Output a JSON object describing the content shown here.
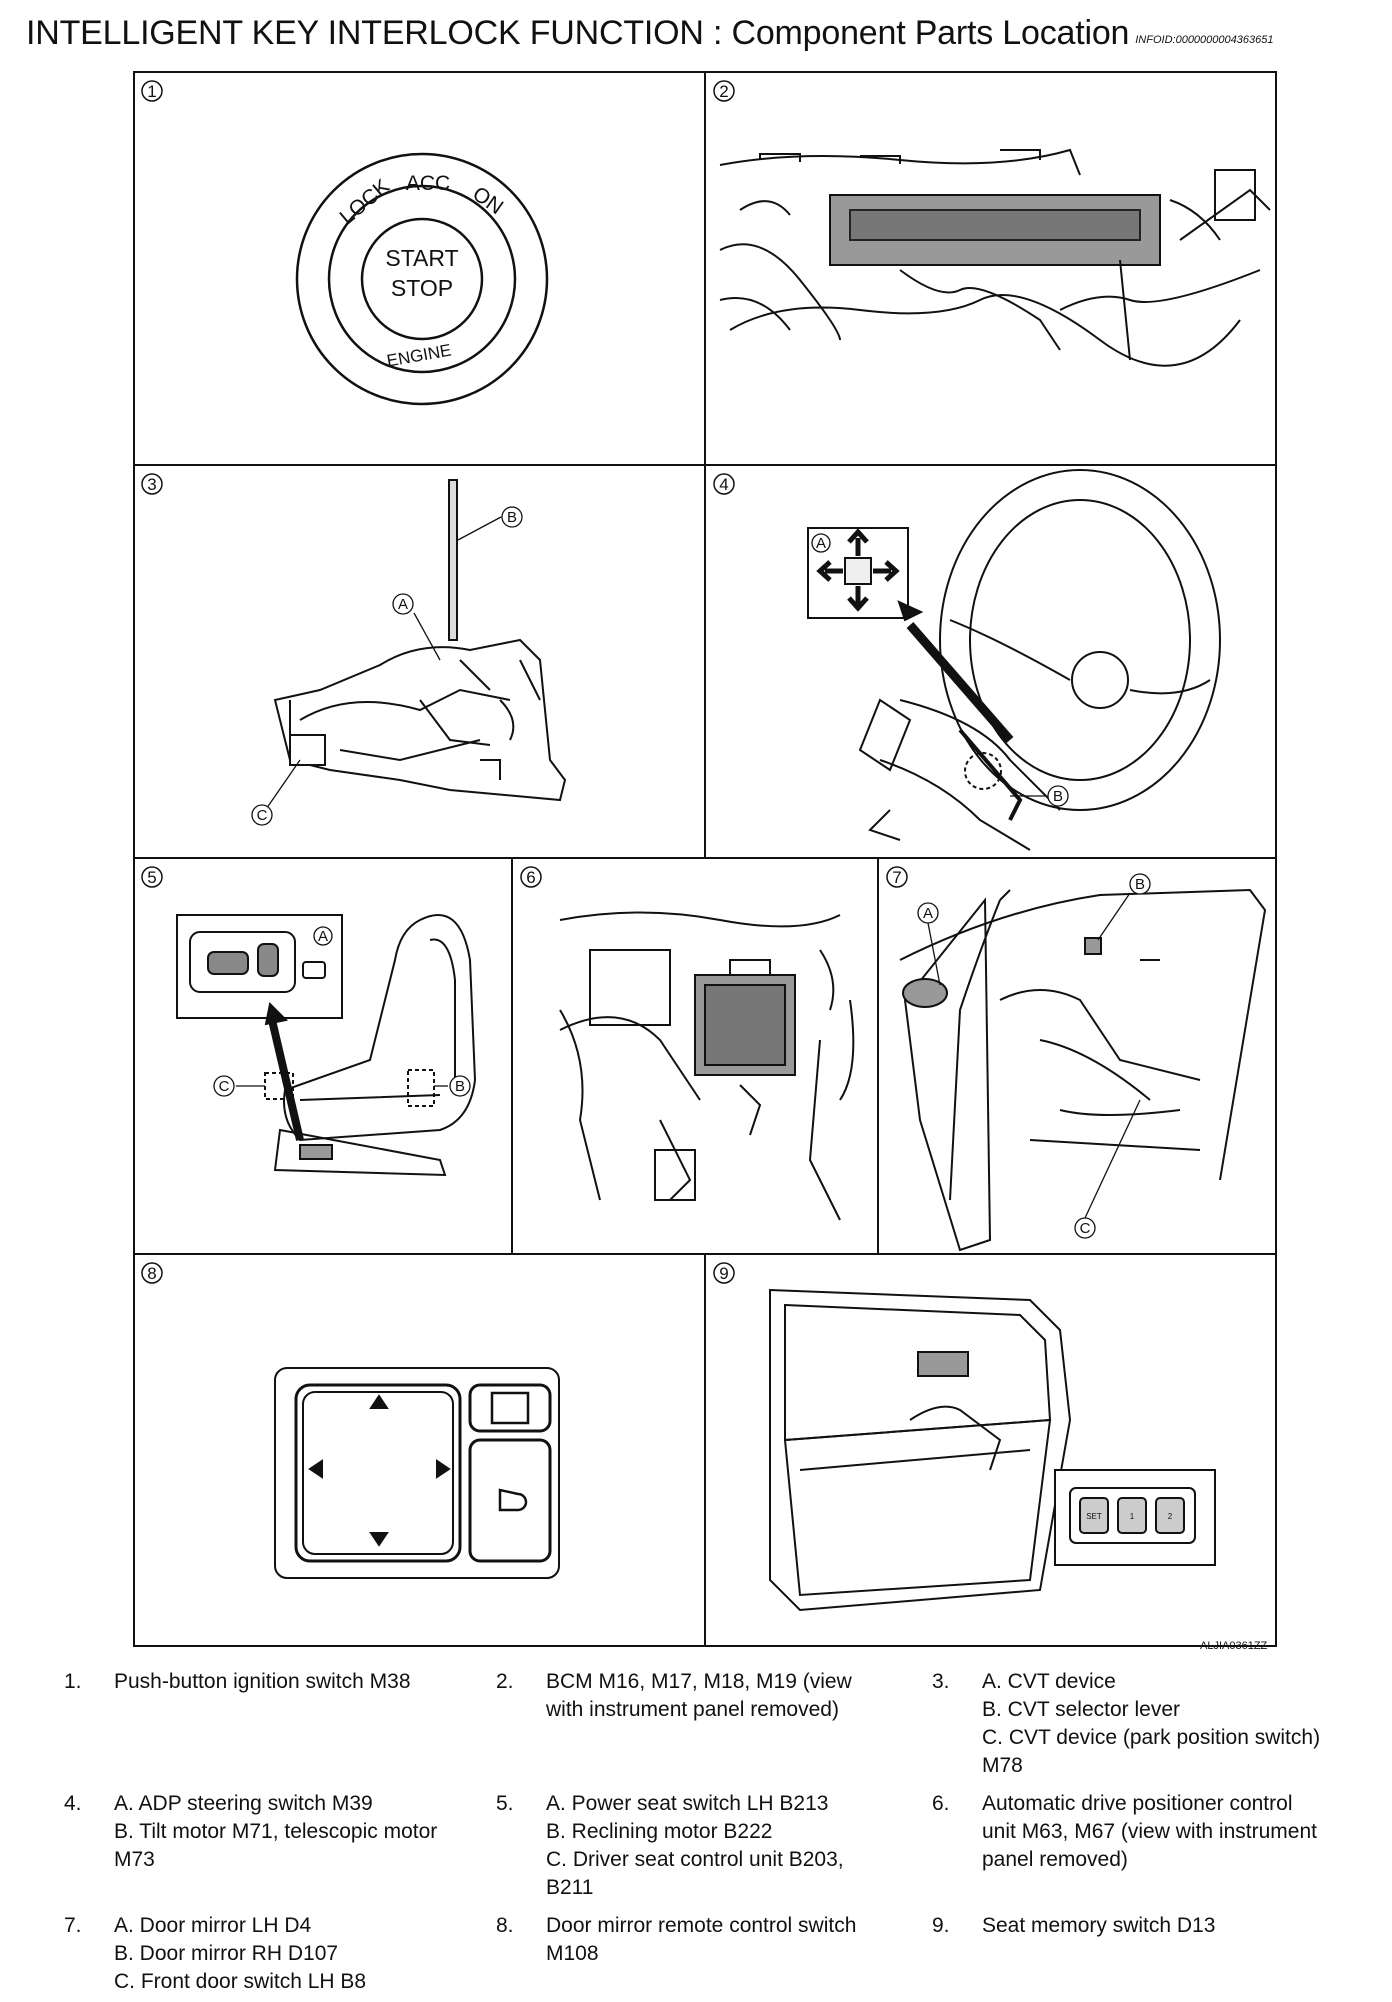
{
  "header": {
    "title": "INTELLIGENT KEY INTERLOCK FUNCTION : Component Parts Location",
    "info_id": "INFOID:0000000004363651"
  },
  "figure": {
    "reference_code": "ALJIA0361ZZ",
    "panels": [
      {
        "number": "1",
        "labels": []
      },
      {
        "number": "2",
        "labels": []
      },
      {
        "number": "3",
        "labels": [
          "A",
          "B",
          "C"
        ]
      },
      {
        "number": "4",
        "labels": [
          "A",
          "B"
        ]
      },
      {
        "number": "5",
        "labels": [
          "A",
          "B",
          "C"
        ]
      },
      {
        "number": "6",
        "labels": []
      },
      {
        "number": "7",
        "labels": [
          "A",
          "B",
          "C"
        ]
      },
      {
        "number": "8",
        "labels": []
      },
      {
        "number": "9",
        "labels": []
      }
    ],
    "ignition_switch_text": {
      "top_left": "LOCK",
      "top_center": "ACC",
      "top_right": "ON",
      "center_line1": "START",
      "center_line2": "STOP",
      "bottom": "ENGINE"
    },
    "memory_switch_text": [
      "SET",
      "1",
      "2"
    ]
  },
  "legend": [
    {
      "num": "1.",
      "text": "Push-button ignition switch M38"
    },
    {
      "num": "2.",
      "text": "BCM M16, M17, M18, M19 (view\nwith instrument panel removed)"
    },
    {
      "num": "3.",
      "text": "A. CVT device\nB. CVT selector lever\nC. CVT device (park position switch)\nM78"
    },
    {
      "num": "4.",
      "text": "A. ADP steering switch M39\nB. Tilt motor M71, telescopic motor\nM73"
    },
    {
      "num": "5.",
      "text": "A. Power seat switch LH B213\nB. Reclining motor B222\nC. Driver seat control unit B203,\nB211"
    },
    {
      "num": "6.",
      "text": "Automatic drive positioner control\nunit M63, M67 (view with instrument\npanel removed)"
    },
    {
      "num": "7.",
      "text": "A. Door mirror LH D4\nB. Door mirror RH D107\nC. Front door switch LH B8"
    },
    {
      "num": "8.",
      "text": " Door mirror remote control switch\nM108"
    },
    {
      "num": "9.",
      "text": "Seat memory switch D13"
    }
  ]
}
